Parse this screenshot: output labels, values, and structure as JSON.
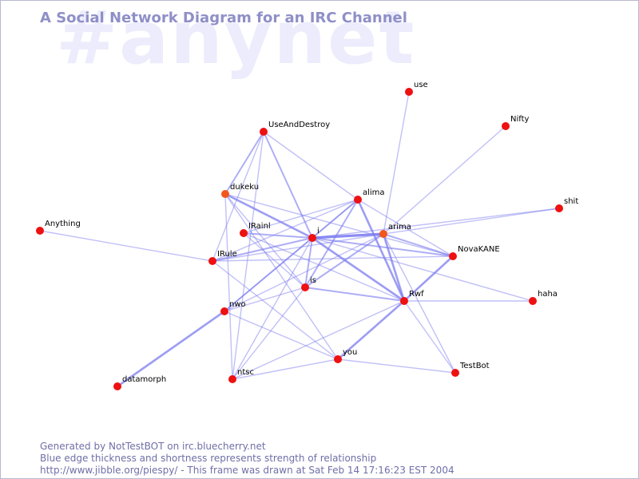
{
  "watermark": "#anynet",
  "title": "A Social Network Diagram for an IRC Channel",
  "colors": {
    "background": "#ffffff",
    "edge": "#7b7bf0",
    "node_default": "#ee1111",
    "node_highlight": "#f2571b",
    "title": "#8f8fc8",
    "watermark": "#ececfc",
    "footer": "#6f6fa8"
  },
  "nodes": [
    {
      "id": "use",
      "label": "use"
    },
    {
      "id": "Nifty",
      "label": "Nifty"
    },
    {
      "id": "UseAndDestroy",
      "label": "UseAndDestroy"
    },
    {
      "id": "dukeku",
      "label": "dukeku",
      "highlight": true
    },
    {
      "id": "alima",
      "label": "alima"
    },
    {
      "id": "shit",
      "label": "shit"
    },
    {
      "id": "Anything",
      "label": "Anything"
    },
    {
      "id": "IRainl",
      "label": "IRainl"
    },
    {
      "id": "i",
      "label": "i"
    },
    {
      "id": "arima",
      "label": "arima",
      "highlight": true
    },
    {
      "id": "IRule",
      "label": "IRule"
    },
    {
      "id": "NovaKANE",
      "label": "NovaKANE"
    },
    {
      "id": "is",
      "label": "is"
    },
    {
      "id": "Rwf",
      "label": "Rwf"
    },
    {
      "id": "haha",
      "label": "haha"
    },
    {
      "id": "nwo",
      "label": "nwo"
    },
    {
      "id": "you",
      "label": "you"
    },
    {
      "id": "TestBot",
      "label": "TestBot"
    },
    {
      "id": "datamorph",
      "label": "datamorph"
    },
    {
      "id": "ntsc",
      "label": "ntsc"
    }
  ],
  "edges": [
    {
      "source": "use",
      "target": "arima",
      "strength": 1
    },
    {
      "source": "Nifty",
      "target": "arima",
      "strength": 1
    },
    {
      "source": "UseAndDestroy",
      "target": "dukeku",
      "strength": 2
    },
    {
      "source": "UseAndDestroy",
      "target": "i",
      "strength": 2
    },
    {
      "source": "UseAndDestroy",
      "target": "alima",
      "strength": 1
    },
    {
      "source": "UseAndDestroy",
      "target": "IRule",
      "strength": 1
    },
    {
      "source": "UseAndDestroy",
      "target": "ntsc",
      "strength": 1
    },
    {
      "source": "dukeku",
      "target": "i",
      "strength": 3
    },
    {
      "source": "dukeku",
      "target": "NovaKANE",
      "strength": 1
    },
    {
      "source": "dukeku",
      "target": "is",
      "strength": 1
    },
    {
      "source": "dukeku",
      "target": "ntsc",
      "strength": 1
    },
    {
      "source": "dukeku",
      "target": "you",
      "strength": 1
    },
    {
      "source": "alima",
      "target": "i",
      "strength": 2
    },
    {
      "source": "alima",
      "target": "IRainl",
      "strength": 1
    },
    {
      "source": "alima",
      "target": "is",
      "strength": 2
    },
    {
      "source": "alima",
      "target": "Rwf",
      "strength": 3
    },
    {
      "source": "alima",
      "target": "NovaKANE",
      "strength": 1
    },
    {
      "source": "alima",
      "target": "nwo",
      "strength": 1
    },
    {
      "source": "alima",
      "target": "IRule",
      "strength": 1
    },
    {
      "source": "shit",
      "target": "arima",
      "strength": 1
    },
    {
      "source": "shit",
      "target": "i",
      "strength": 1
    },
    {
      "source": "Anything",
      "target": "IRule",
      "strength": 1
    },
    {
      "source": "IRainl",
      "target": "i",
      "strength": 2
    },
    {
      "source": "IRainl",
      "target": "is",
      "strength": 1
    },
    {
      "source": "IRainl",
      "target": "Rwf",
      "strength": 1
    },
    {
      "source": "i",
      "target": "arima",
      "strength": 4
    },
    {
      "source": "i",
      "target": "NovaKANE",
      "strength": 2
    },
    {
      "source": "i",
      "target": "Rwf",
      "strength": 3
    },
    {
      "source": "i",
      "target": "is",
      "strength": 2
    },
    {
      "source": "i",
      "target": "IRule",
      "strength": 2
    },
    {
      "source": "i",
      "target": "nwo",
      "strength": 2
    },
    {
      "source": "i",
      "target": "ntsc",
      "strength": 1
    },
    {
      "source": "i",
      "target": "haha",
      "strength": 1
    },
    {
      "source": "arima",
      "target": "NovaKANE",
      "strength": 2
    },
    {
      "source": "arima",
      "target": "Rwf",
      "strength": 3
    },
    {
      "source": "arima",
      "target": "is",
      "strength": 2
    },
    {
      "source": "arima",
      "target": "nwo",
      "strength": 1
    },
    {
      "source": "arima",
      "target": "TestBot",
      "strength": 1
    },
    {
      "source": "arima",
      "target": "IRule",
      "strength": 1
    },
    {
      "source": "IRule",
      "target": "you",
      "strength": 1
    },
    {
      "source": "NovaKANE",
      "target": "Rwf",
      "strength": 3
    },
    {
      "source": "NovaKANE",
      "target": "IRule",
      "strength": 1
    },
    {
      "source": "is",
      "target": "Rwf",
      "strength": 2
    },
    {
      "source": "is",
      "target": "nwo",
      "strength": 1
    },
    {
      "source": "is",
      "target": "ntsc",
      "strength": 1
    },
    {
      "source": "Rwf",
      "target": "you",
      "strength": 3
    },
    {
      "source": "Rwf",
      "target": "TestBot",
      "strength": 1
    },
    {
      "source": "Rwf",
      "target": "haha",
      "strength": 1
    },
    {
      "source": "Rwf",
      "target": "ntsc",
      "strength": 1
    },
    {
      "source": "nwo",
      "target": "datamorph",
      "strength": 3
    },
    {
      "source": "nwo",
      "target": "you",
      "strength": 1
    },
    {
      "source": "you",
      "target": "ntsc",
      "strength": 1
    },
    {
      "source": "you",
      "target": "TestBot",
      "strength": 1
    }
  ],
  "footer": {
    "line1": "Generated by NotTestBOT on irc.bluecherry.net",
    "line2": "Blue edge thickness and shortness represents strength of relationship",
    "line3": "http://www.jibble.org/piespy/ - This frame was drawn at Sat Feb 14 17:16:23 EST 2004"
  }
}
